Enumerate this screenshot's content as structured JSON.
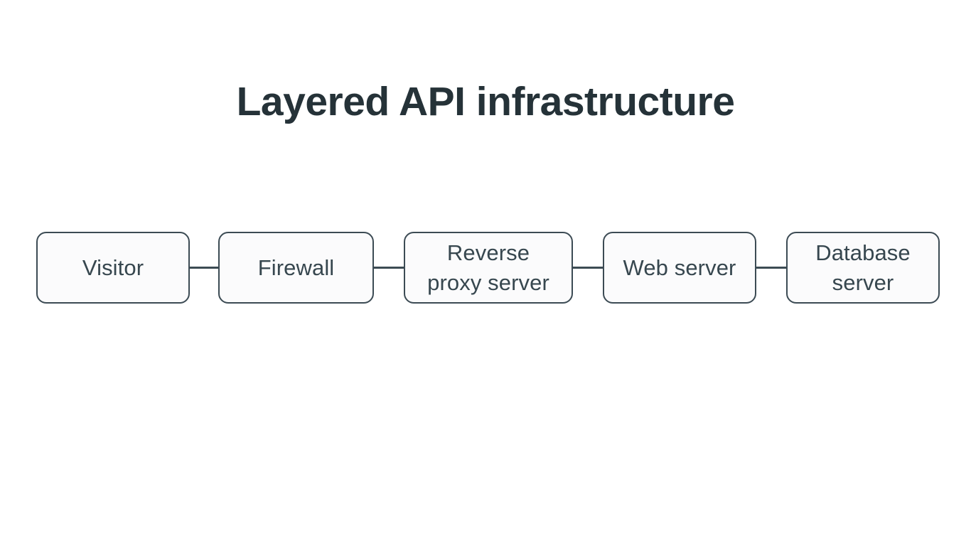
{
  "diagram": {
    "title": "Layered API infrastructure",
    "type": "linear-flow",
    "orientation": "horizontal",
    "colors": {
      "background": "#ffffff",
      "node_fill": "#fbfbfc",
      "node_border": "#3c4b54",
      "node_text": "#37474f",
      "title_text": "#253238",
      "connector": "#3c4b54"
    },
    "nodes": [
      {
        "id": "visitor",
        "label": "Visitor",
        "lines": [
          "Visitor"
        ]
      },
      {
        "id": "firewall",
        "label": "Firewall",
        "lines": [
          "Firewall"
        ]
      },
      {
        "id": "proxy",
        "label": "Reverse\nproxy server",
        "lines": [
          "Reverse",
          "proxy server"
        ]
      },
      {
        "id": "web",
        "label": "Web server",
        "lines": [
          "Web server"
        ]
      },
      {
        "id": "database",
        "label": "Database\nserver",
        "lines": [
          "Database",
          "server"
        ]
      }
    ],
    "connectors": [
      {
        "id": "visitor-firewall",
        "from": "Visitor",
        "to": "Firewall",
        "style": "line"
      },
      {
        "id": "firewall-proxy",
        "from": "Firewall",
        "to": "Reverse proxy server",
        "style": "line"
      },
      {
        "id": "proxy-web",
        "from": "Reverse proxy server",
        "to": "Web server",
        "style": "line"
      },
      {
        "id": "web-database",
        "from": "Web server",
        "to": "Database server",
        "style": "line"
      }
    ]
  }
}
